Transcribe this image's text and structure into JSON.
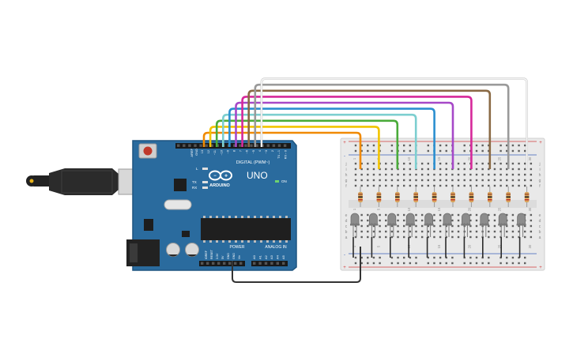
{
  "board": {
    "brand": "ARDUINO",
    "model": "UNO",
    "digital_label": "DIGITAL (PWM~)",
    "power_label": "POWER",
    "analog_label": "ANALOG IN",
    "on_label": "ON",
    "l_label": "L",
    "tx_label": "TX",
    "rx_label": "RX",
    "aref_label": "AREF",
    "gnd_label": "GND",
    "ioref_label": "IOREF",
    "reset_label": "RESET",
    "v33_label": "3.3V",
    "v5_label": "5V",
    "vin_label": "Vin",
    "digital_pins": [
      "13",
      "12",
      "~11",
      "~10",
      "~9",
      "8",
      "7",
      "~6",
      "~5",
      "4",
      "~3",
      "2",
      "TX→1",
      "RX←0"
    ],
    "analog_pins": [
      "A0",
      "A1",
      "A2",
      "A3",
      "A4",
      "A5"
    ],
    "colors": {
      "pcb": "#2a6b9e",
      "pcb_dark": "#1e5580",
      "silk": "#ffffff"
    }
  },
  "breadboard": {
    "row_letters_top": [
      "j",
      "i",
      "h",
      "g",
      "f"
    ],
    "row_letters_bottom": [
      "e",
      "d",
      "c",
      "b",
      "a"
    ],
    "column_numbers": [
      "1",
      "",
      "",
      "",
      "5",
      "",
      "",
      "",
      "",
      "10",
      "",
      "",
      "",
      "",
      "15",
      "",
      "",
      "",
      "",
      "20",
      "",
      "",
      "",
      "",
      "25",
      "",
      "",
      "",
      "",
      "30"
    ],
    "plus_label": "+",
    "minus_label": "-"
  },
  "circuit": {
    "led_count": 10,
    "wire_colors": [
      "#f08a00",
      "#f2c400",
      "#4aab3a",
      "#7dcfd0",
      "#2b8fd0",
      "#a648c8",
      "#d6299a",
      "#8a6a45",
      "#9a9a9a",
      "#f4f4f4"
    ],
    "ground_wire_color": "#333333",
    "led_color": "#8c8c8c",
    "resistor_color": "#d9a45c"
  }
}
